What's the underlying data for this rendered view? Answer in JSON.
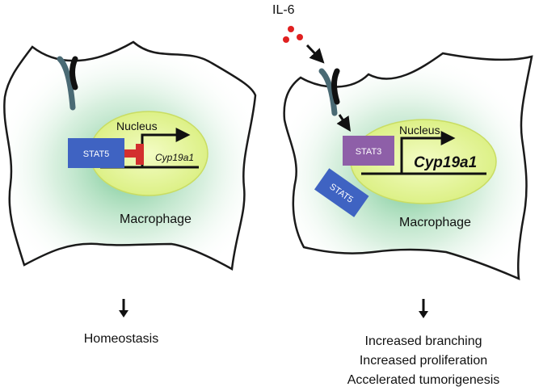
{
  "colors": {
    "cell_outline": "#1a1a1a",
    "cell_glow": "#3fb26a",
    "nucleus_fill": "#e6f79a",
    "stat5": "#3f63c2",
    "stat3": "#8e5fa8",
    "repressor": "#d32f2f",
    "il6": "#e02020",
    "receptor_dark": "#111111",
    "receptor_light": "#4a6a74"
  },
  "icons": [
    "receptor-icon",
    "il6-molecule-icon",
    "down-arrow-icon",
    "promoter-arrow-icon",
    "repression-bar-icon"
  ],
  "left_panel": {
    "nucleus_label": "Nucleus",
    "stat5_label": "STAT5",
    "gene_label": "Cyp19a1",
    "cell_label": "Macrophage",
    "outcome": "Homeostasis"
  },
  "right_panel": {
    "ligand_label": "IL-6",
    "nucleus_label": "Nucleus",
    "stat3_label": "STAT3",
    "stat5_label": "STAT5",
    "gene_label": "Cyp19a1",
    "cell_label": "Macrophage",
    "outcomes": [
      "Increased branching",
      "Increased proliferation",
      "Accelerated tumorigenesis"
    ]
  }
}
